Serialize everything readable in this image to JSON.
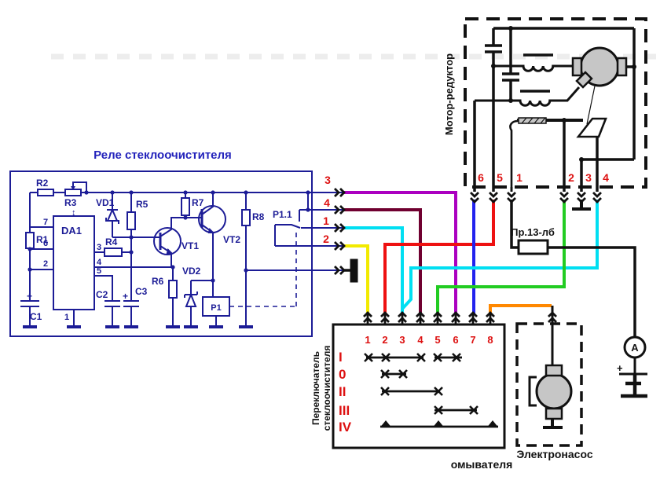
{
  "colors": {
    "navy": "#1c1c96",
    "title_blue": "#2222bb",
    "label_red": "#dd1111",
    "black": "#111111",
    "gray": "#c6c6c6",
    "wire_yellow": "#f2ea00",
    "wire_red": "#ee1111",
    "wire_cyan": "#00dff2",
    "wire_maroon": "#700030",
    "wire_green": "#22cc22",
    "wire_purple": "#ab00c0",
    "wire_blue": "#2222ee",
    "wire_orange": "#ff8800"
  },
  "relay": {
    "title": "Реле стеклоочистителя",
    "terminals": [
      "3",
      "4",
      "1",
      "2"
    ],
    "components": {
      "r1": "R1",
      "r2": "R2",
      "r3": "R3",
      "r4": "R4",
      "r5": "R5",
      "r6": "R6",
      "r7": "R7",
      "r8": "R8",
      "c1": "C1",
      "c2": "C2",
      "c3": "C3",
      "da1": "DA1",
      "vd1": "VD1",
      "vd2": "VD2",
      "vt1": "VT1",
      "vt2": "VT2",
      "p1": "P1",
      "p1_contact": "P1.1"
    },
    "da1_pins": {
      "p7": "7",
      "p6": "6",
      "p2": "2",
      "p3": "3",
      "p4": "4",
      "p5": "5",
      "p1": "1"
    },
    "adjust_mark": "↕",
    "plus": "+"
  },
  "motor": {
    "label": "Мотор-редуктор",
    "terminals": [
      "6",
      "5",
      "1",
      "2",
      "3",
      "4"
    ]
  },
  "fuse": {
    "label": "Пр.13-лб"
  },
  "switch": {
    "label_line1": "Переключатель",
    "label_line2": "стеклоочистителя",
    "caption": "омывателя",
    "terminals": [
      "1",
      "2",
      "3",
      "4",
      "5",
      "6",
      "7",
      "8"
    ],
    "positions": [
      "I",
      "0",
      "II",
      "III",
      "IV"
    ]
  },
  "pump": {
    "label": "Электронасос"
  },
  "meter": {
    "label": "A",
    "plus": "+"
  }
}
